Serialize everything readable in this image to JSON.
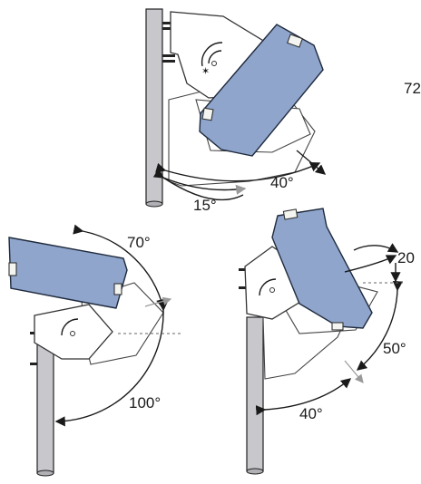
{
  "diagram": {
    "angles": {
      "top_15": "15°",
      "top_40": "40°",
      "cut_72": "72",
      "left_70": "70°",
      "left_100": "100°",
      "right_20": "20",
      "right_50": "50°",
      "right_40": "40°"
    },
    "colors": {
      "panel": "#8fa5cc",
      "pole": "#c8c8cc",
      "arrow_gray": "#9a9a9a"
    }
  }
}
